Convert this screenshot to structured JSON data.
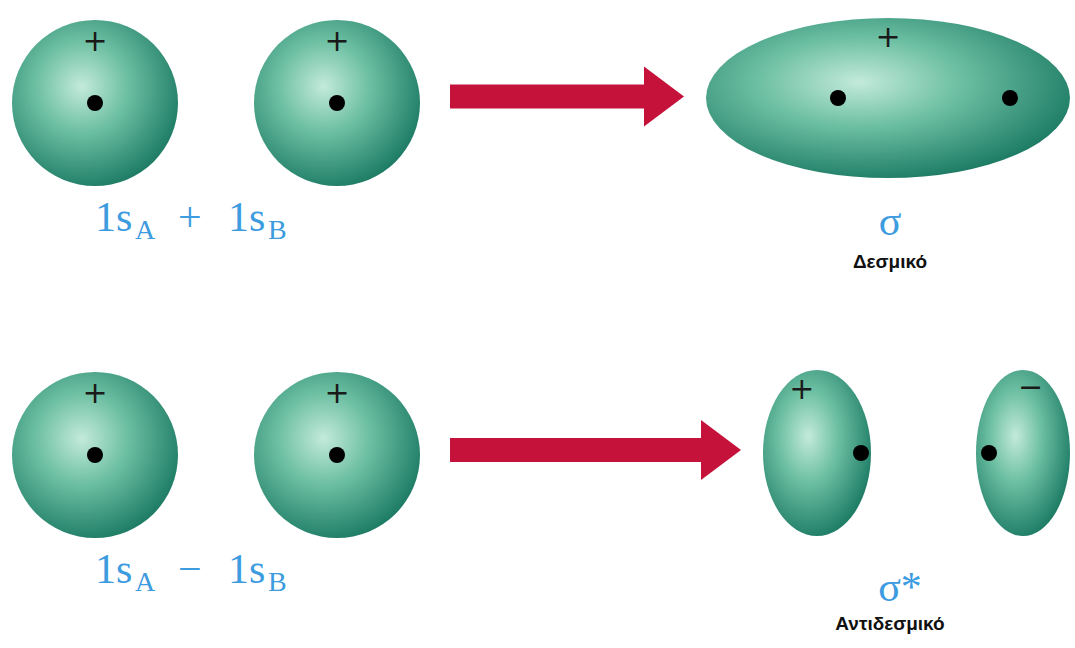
{
  "diagram": {
    "nodes": [
      {
        "text": [
          "+"
        ]
      },
      {
        "text": [
          "+"
        ]
      },
      {
        "text": [
          "+"
        ]
      },
      {
        "text": [
          "+"
        ]
      },
      {
        "text": [
          "+"
        ]
      },
      {
        "text": [
          "+"
        ]
      },
      {
        "text": [
          "−"
        ]
      }
    ],
    "edges": [
      {
        "from": 1,
        "to": 2,
        "arrow": "to"
      },
      {
        "from": 4,
        "to": 5,
        "arrow": "to"
      }
    ],
    "labels": [
      "1s",
      "A",
      "+",
      "1s",
      "B",
      "σ",
      "Δεσμικό",
      "1s",
      "A",
      "−",
      "1s",
      "B",
      "σ*",
      "Αντιδεσμικό"
    ]
  }
}
